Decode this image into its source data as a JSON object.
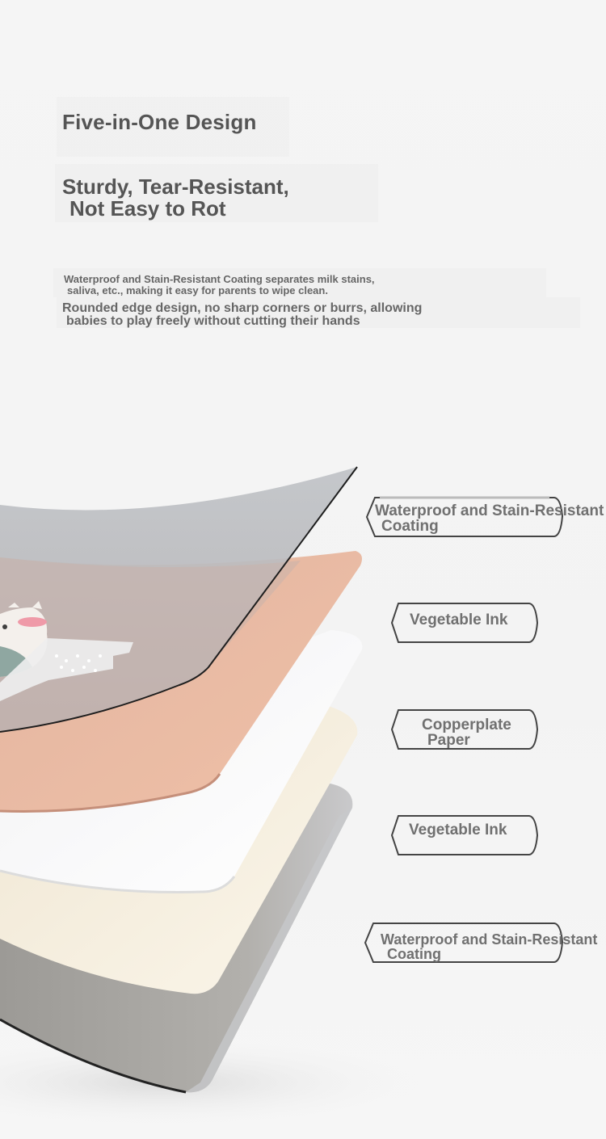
{
  "headings": {
    "title": "Five-in-One Design",
    "subtitle_line1": "Sturdy, Tear-Resistant,",
    "subtitle_line2": "Not Easy to Rot"
  },
  "descriptions": {
    "coating_line1": "Waterproof and Stain-Resistant Coating separates milk stains,",
    "coating_line2": "saliva, etc., making it easy for parents to wipe clean.",
    "edge_line1": "Rounded edge design, no sharp corners or burrs, allowing",
    "edge_line2": "babies to play freely without cutting their hands"
  },
  "layer_labels": [
    {
      "line1": "Waterproof and Stain-Resistant",
      "line2": "Coating"
    },
    {
      "line1": "Vegetable Ink",
      "line2": ""
    },
    {
      "line1": "Copperplate",
      "line2": "Paper"
    },
    {
      "line1": "Vegetable Ink",
      "line2": ""
    },
    {
      "line1": "Waterproof and Stain-Resistant",
      "line2": "Coating"
    }
  ],
  "colors": {
    "background": "#f4f4f4",
    "text": "#555555",
    "layer_top_coating": "#c3c5c8",
    "layer_ink_peach": "#eab79f",
    "layer_paper_white": "#fbfbfb",
    "layer_ink_cream": "#f5eedf",
    "layer_bottom_coating": "#a9a7a3"
  }
}
